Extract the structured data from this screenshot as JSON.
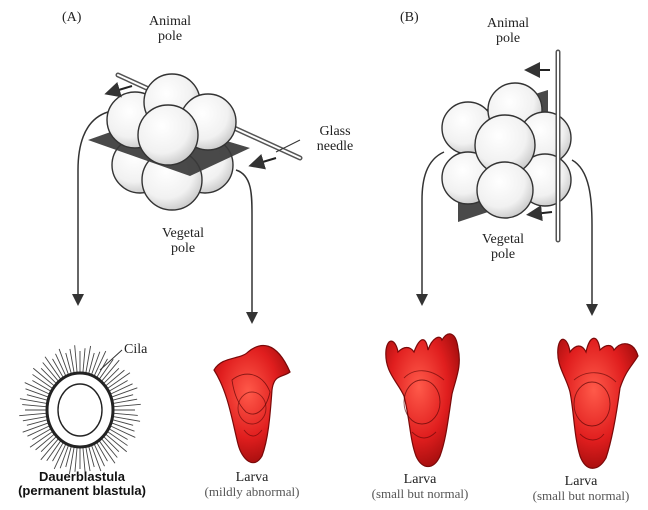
{
  "panels": {
    "a": "(A)",
    "b": "(B)"
  },
  "labels": {
    "animal_pole_a": [
      "Animal",
      "pole"
    ],
    "vegetal_pole_a": [
      "Vegetal",
      "pole"
    ],
    "glass_needle": [
      "Glass",
      "needle"
    ],
    "animal_pole_b": [
      "Animal",
      "pole"
    ],
    "vegetal_pole_b": [
      "Vegetal",
      "pole"
    ],
    "cilia": "Cila"
  },
  "captions": {
    "dauerblastula": [
      "Dauerblastula",
      "(permanent blastula)"
    ],
    "larva_a": [
      "Larva",
      "(mildly abnormal)"
    ],
    "larva_b1": [
      "Larva",
      "(small but normal)"
    ],
    "larva_b2": [
      "Larva",
      "(small but normal)"
    ]
  },
  "colors": {
    "cell_fill": "#ffffff",
    "cell_stroke": "#333333",
    "cut_plane": "#3a3a3a",
    "larva_red": "#e02020",
    "larva_dark": "#9a0d0d",
    "arrow": "#333333"
  }
}
